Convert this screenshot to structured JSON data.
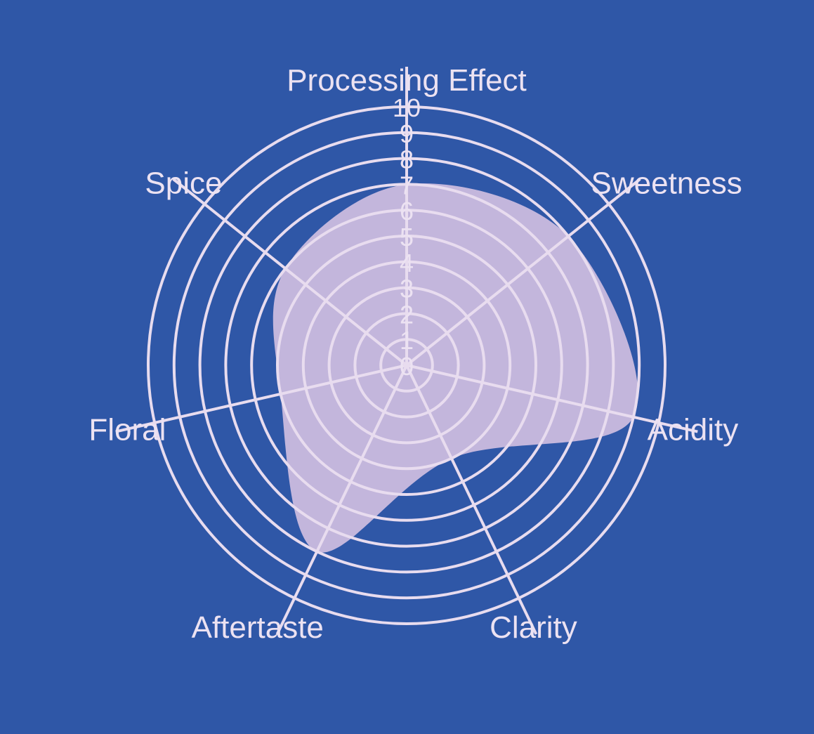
{
  "chart_data": {
    "type": "radar",
    "title": "",
    "categories": [
      "Processing Effect",
      "Sweetness",
      "Acidity",
      "Clarity",
      "Aftertaste",
      "Floral",
      "Spice"
    ],
    "series": [
      {
        "values": [
          7,
          8,
          9,
          4,
          8,
          5,
          6
        ]
      }
    ],
    "radial_ticks": [
      "0",
      "1",
      "2",
      "3",
      "4",
      "5",
      "6",
      "7",
      "8",
      "9",
      "10"
    ],
    "rlim": [
      0,
      10
    ],
    "grid": true,
    "legend": "none",
    "curve": "smooth"
  },
  "colors": {
    "background": "#2f57a7",
    "grid": "#e8dcef",
    "fill": "#c3b6dc",
    "text": "#ece2f2"
  }
}
